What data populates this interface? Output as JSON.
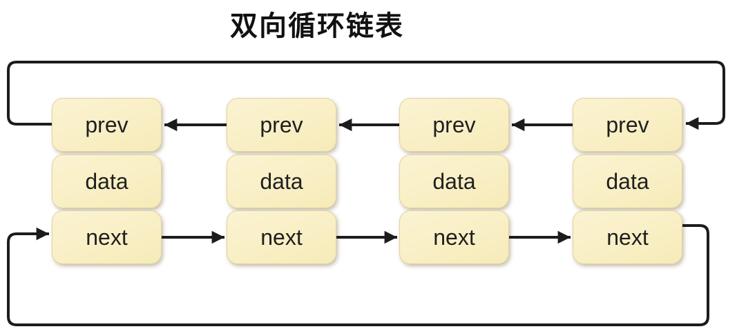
{
  "title": "双向循环链表",
  "diagram": {
    "description": "doubly circular linked list with 4 nodes, each node has prev / data / next fields",
    "colors": {
      "background": "#FFFFFF",
      "node_fill": "#F9EFC5",
      "node_border": "#E3D29F",
      "arrow": "#1C1C1C",
      "title_text": "#111111",
      "label_text": "#1F1F1F"
    },
    "nodes": [
      {
        "prev": "prev",
        "data": "data",
        "next": "next"
      },
      {
        "prev": "prev",
        "data": "data",
        "next": "next"
      },
      {
        "prev": "prev",
        "data": "data",
        "next": "next"
      },
      {
        "prev": "prev",
        "data": "data",
        "next": "next"
      }
    ],
    "edges": {
      "prev_links": [
        "node2.prev -> node1",
        "node3.prev -> node2",
        "node4.prev -> node3",
        "node1.prev -> node4 (loop around top)"
      ],
      "next_links": [
        "node1.next -> node2",
        "node2.next -> node3",
        "node3.next -> node4",
        "node4.next -> node1 (loop around bottom)"
      ]
    }
  }
}
